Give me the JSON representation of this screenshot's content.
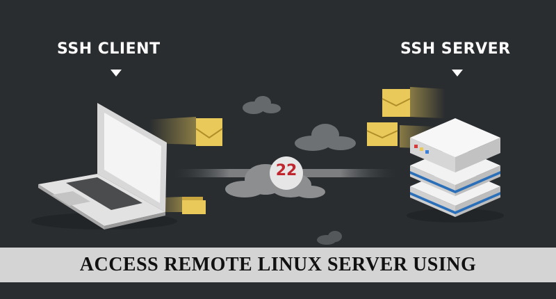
{
  "client": {
    "label": "SSH CLIENT"
  },
  "server": {
    "label": "SSH SERVER"
  },
  "connection": {
    "port": "22"
  },
  "banner": {
    "title": "ACCESS REMOTE LINUX SERVER USING"
  },
  "colors": {
    "background": "#2a2d30",
    "accent_red": "#c0262e",
    "folder_yellow": "#e8c95a",
    "server_blue": "#2a6fb8",
    "banner_bg": "#d4d4d4"
  },
  "icons": [
    "laptop-icon",
    "server-stack-icon",
    "envelope-icon",
    "folder-icon",
    "cloud-icon"
  ]
}
